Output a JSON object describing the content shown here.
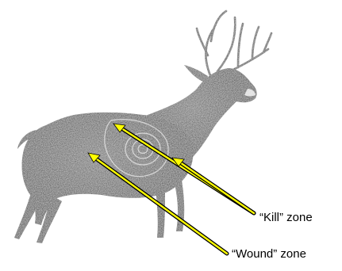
{
  "labels": {
    "kill_zone": "“Kill” zone",
    "wound_zone": "“Wound” zone"
  },
  "colors": {
    "arrow_outline": "#000000",
    "arrow_fill": "#ffff00",
    "deer_dark": "#141414",
    "deer_mid": "#3a3a3a",
    "zone_outline": "#d8d8d8",
    "background": "#ffffff"
  },
  "icons": [
    "deer-silhouette",
    "target-rings",
    "arrow-pointer"
  ]
}
